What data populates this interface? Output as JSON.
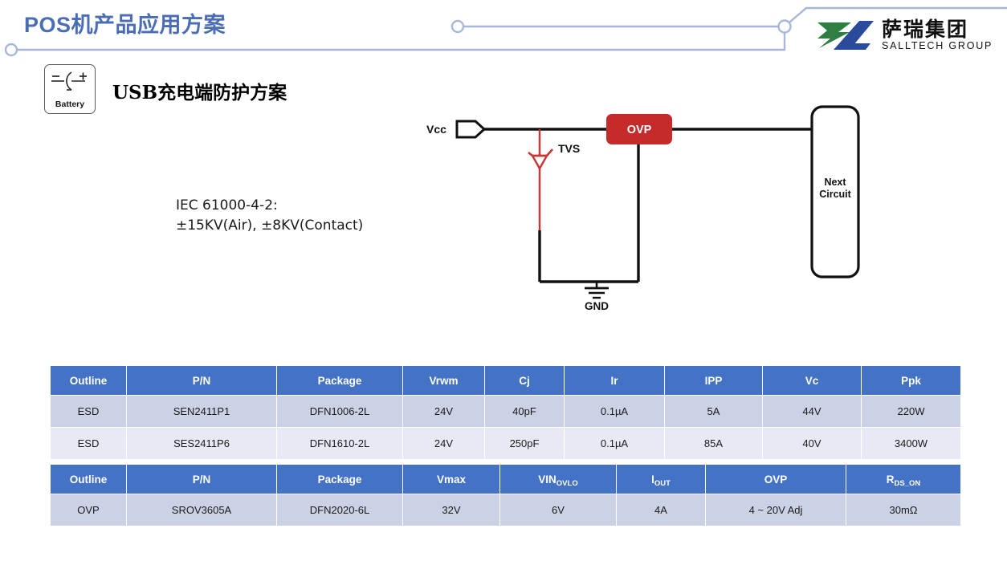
{
  "header": {
    "title": "POS机产品应用方案",
    "title_color": "#4a6db5",
    "logo": {
      "mark_icon": "salltech-sl-logo-icon",
      "cn_name": "萨瑞集团",
      "en_name": "SALLTECH GROUP",
      "green": "#2e7d42",
      "blue": "#2a4b9b"
    }
  },
  "section": {
    "badge": {
      "icon": "battery-symbol-icon",
      "label": "Battery"
    },
    "title": "USB充电端防护方案",
    "note": "IEC 61000-4-2:\n±15KV(Air), ±8KV(Contact)"
  },
  "circuit": {
    "source_label": "Vcc",
    "tvs_label": "TVS",
    "ovp_label": "OVP",
    "ovp_color": "#c62B2B",
    "tvs_color": "#cc3333",
    "ground_label": "GND",
    "load_label_line1": "Next",
    "load_label_line2": "Circuit"
  },
  "tables": [
    {
      "id": "esd-table",
      "headers": [
        {
          "text": "Outline"
        },
        {
          "text": "P/N"
        },
        {
          "text": "Package"
        },
        {
          "text": "Vrwm"
        },
        {
          "text": "Cj"
        },
        {
          "text": "Ir"
        },
        {
          "text": "IPP"
        },
        {
          "text": "Vc"
        },
        {
          "text": "Ppk"
        }
      ],
      "rows": [
        [
          "ESD",
          "SEN2411P1",
          "DFN1006-2L",
          "24V",
          "40pF",
          "0.1µA",
          "5A",
          "44V",
          "220W"
        ],
        [
          "ESD",
          "SES2411P6",
          "DFN1610-2L",
          "24V",
          "250pF",
          "0.1µA",
          "85A",
          "40V",
          "3400W"
        ]
      ]
    },
    {
      "id": "ovp-table",
      "headers": [
        {
          "text": "Outline"
        },
        {
          "text": "P/N"
        },
        {
          "text": "Package"
        },
        {
          "text": "Vmax"
        },
        {
          "text": "VIN",
          "sub": "OVLO"
        },
        {
          "text": "I",
          "sub": "OUT"
        },
        {
          "text": "OVP"
        },
        {
          "text": "R",
          "sub": "DS_ON"
        }
      ],
      "rows": [
        [
          "OVP",
          "SROV3605A",
          "DFN2020-6L",
          "32V",
          "6V",
          "4A",
          "4 ~ 20V Adj",
          "30mΩ"
        ]
      ]
    }
  ]
}
